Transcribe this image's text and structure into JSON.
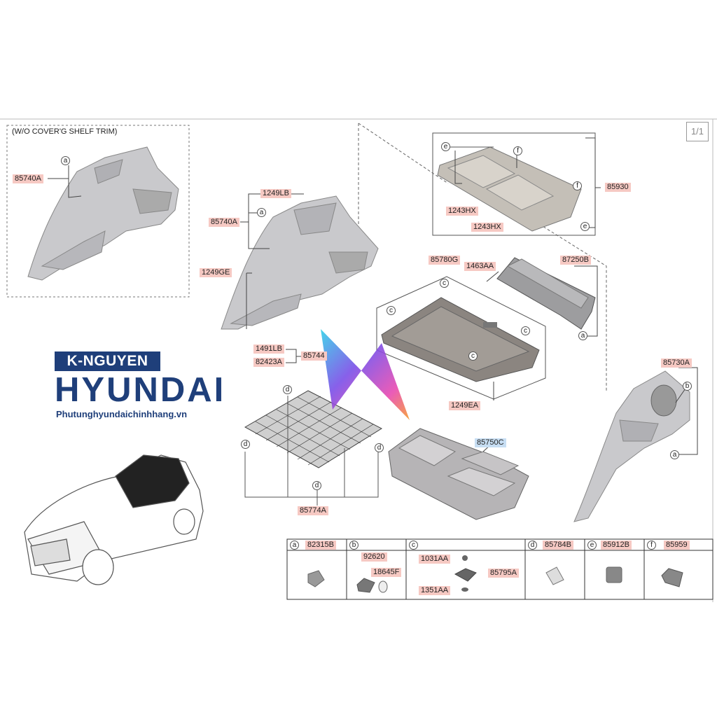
{
  "page_indicator": "1/1",
  "inset_note": "(W/O COVER'G SHELF TRIM)",
  "logo": {
    "brand_top": "K-NGUYEN",
    "brand_main": "HYUNDAI",
    "website": "Phutunghyundaichinhhang.vn"
  },
  "part_labels": {
    "inset_85740A": "85740A",
    "p1249LB": "1249LB",
    "p85740A": "85740A",
    "p1249GE": "1249GE",
    "p1491LB": "1491LB",
    "p82423A": "82423A",
    "p85744": "85744",
    "p1243HX_a": "1243HX",
    "p1243HX_b": "1243HX",
    "p85930": "85930",
    "p85780G": "85780G",
    "p1463AA": "1463AA",
    "p87250B": "87250B",
    "p1249EA": "1249EA",
    "p85730A": "85730A",
    "p85750C": "85750C",
    "p85774A": "85774A"
  },
  "callouts": {
    "a": "a",
    "b": "b",
    "c": "c",
    "d": "d",
    "e": "e",
    "f": "f"
  },
  "legend_table": {
    "cells": [
      {
        "key": "a",
        "part": "82315B"
      },
      {
        "key": "b",
        "part": "92620",
        "sub": [
          "18645F"
        ]
      },
      {
        "key": "c",
        "sub": [
          "1031AA",
          "85795A",
          "1351AA"
        ]
      },
      {
        "key": "d",
        "part": "85784B"
      },
      {
        "key": "e",
        "part": "85912B"
      },
      {
        "key": "f",
        "part": "85959"
      }
    ]
  }
}
